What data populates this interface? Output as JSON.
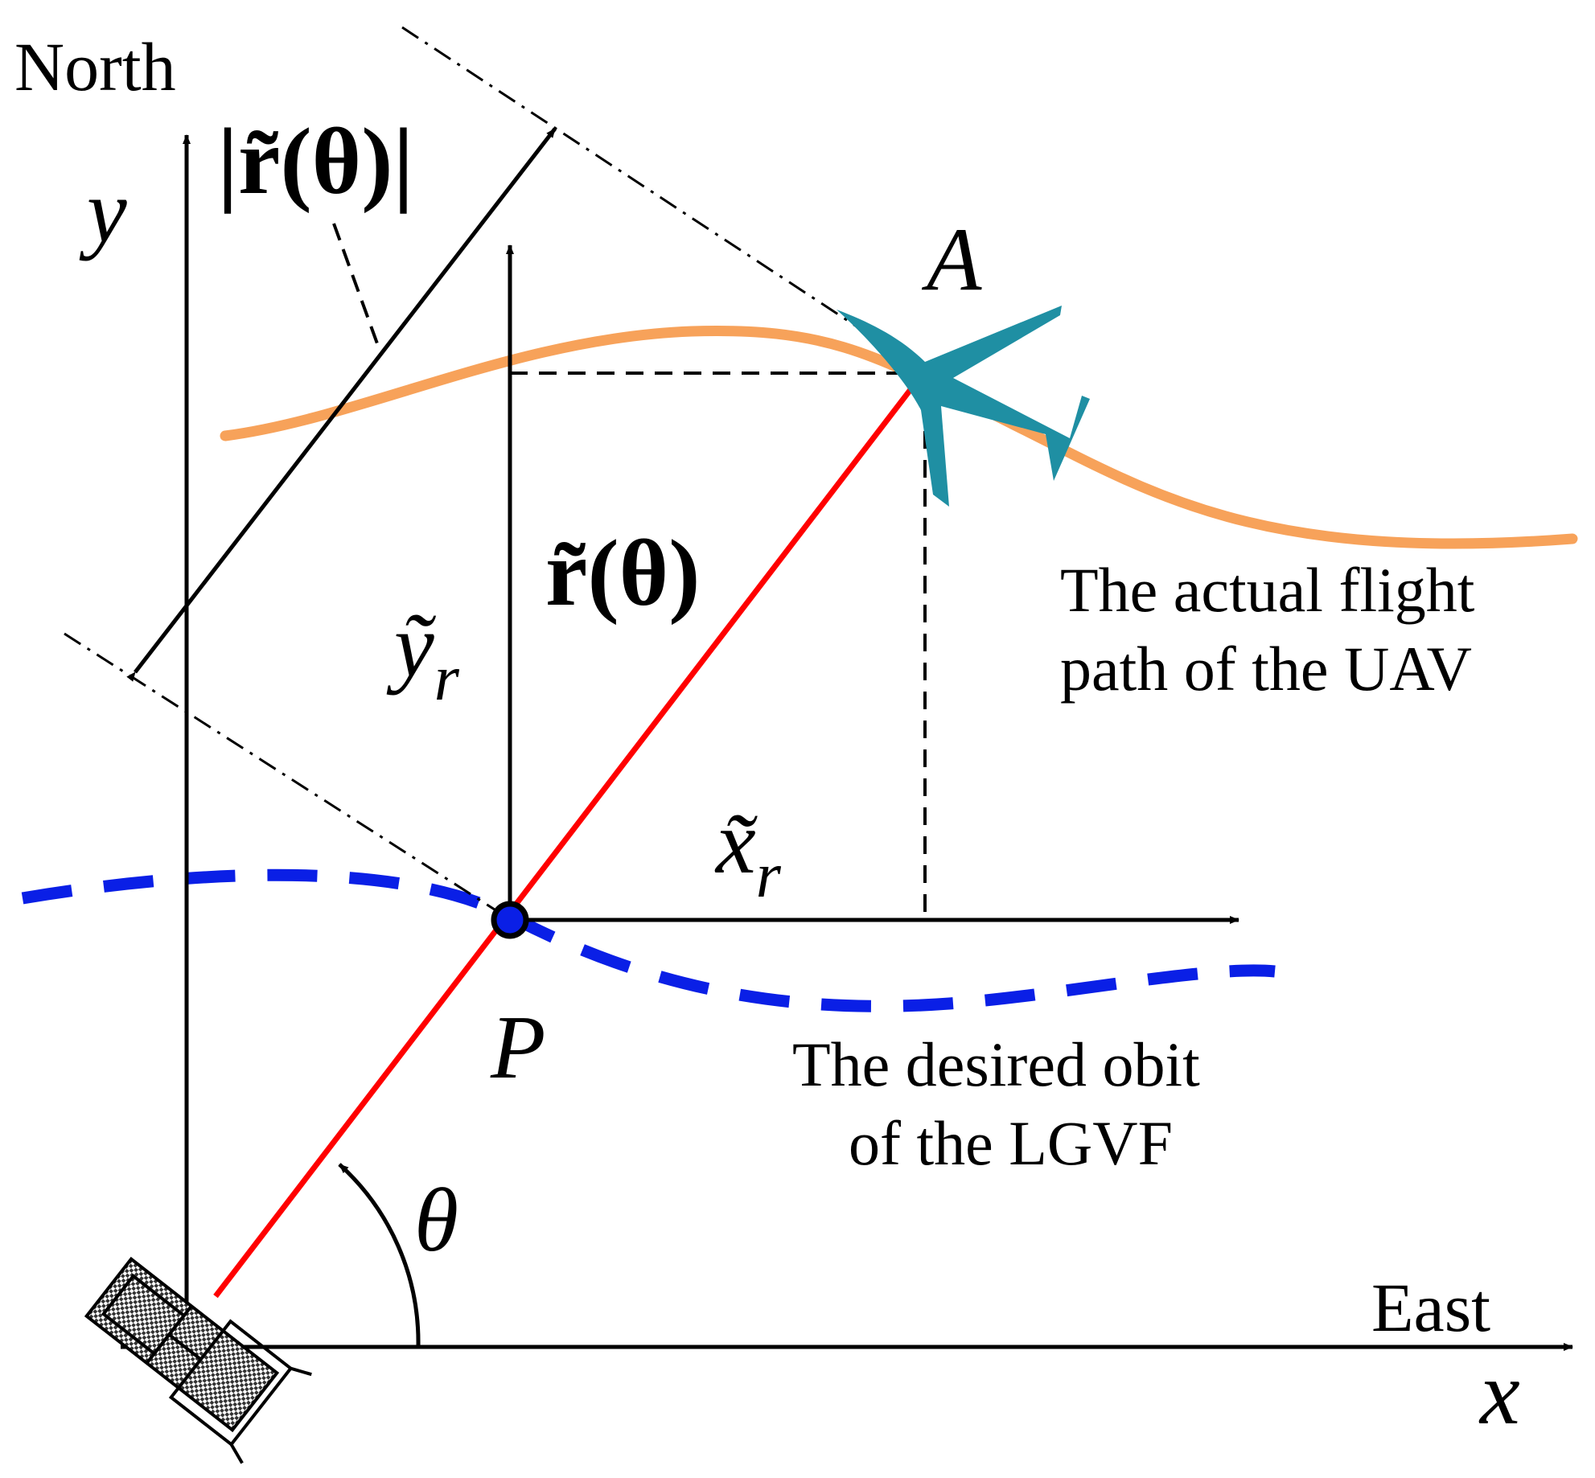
{
  "labels": {
    "north": "North",
    "east": "East",
    "y_axis": "y",
    "x_axis": "x",
    "point_a": "A",
    "point_p": "P",
    "theta": "θ",
    "r_magnitude": "|r̃(θ)|",
    "r_vector": "r̃(θ)",
    "y_r": "ỹ",
    "x_r": "x̃",
    "subscript_r": "r",
    "flight_path_line1": "The  actual  flight",
    "flight_path_line2": "path of the UAV",
    "orbit_line1": "The desired obit",
    "orbit_line2": "of the LGVF"
  },
  "colors": {
    "radius_line": "#ff0000",
    "flight_path": "#f7a25a",
    "desired_orbit": "#0a1fe6",
    "aircraft": "#1f8fa3",
    "ink": "#000000"
  },
  "icons": [
    "aircraft-icon",
    "ground-vehicle-icon"
  ]
}
